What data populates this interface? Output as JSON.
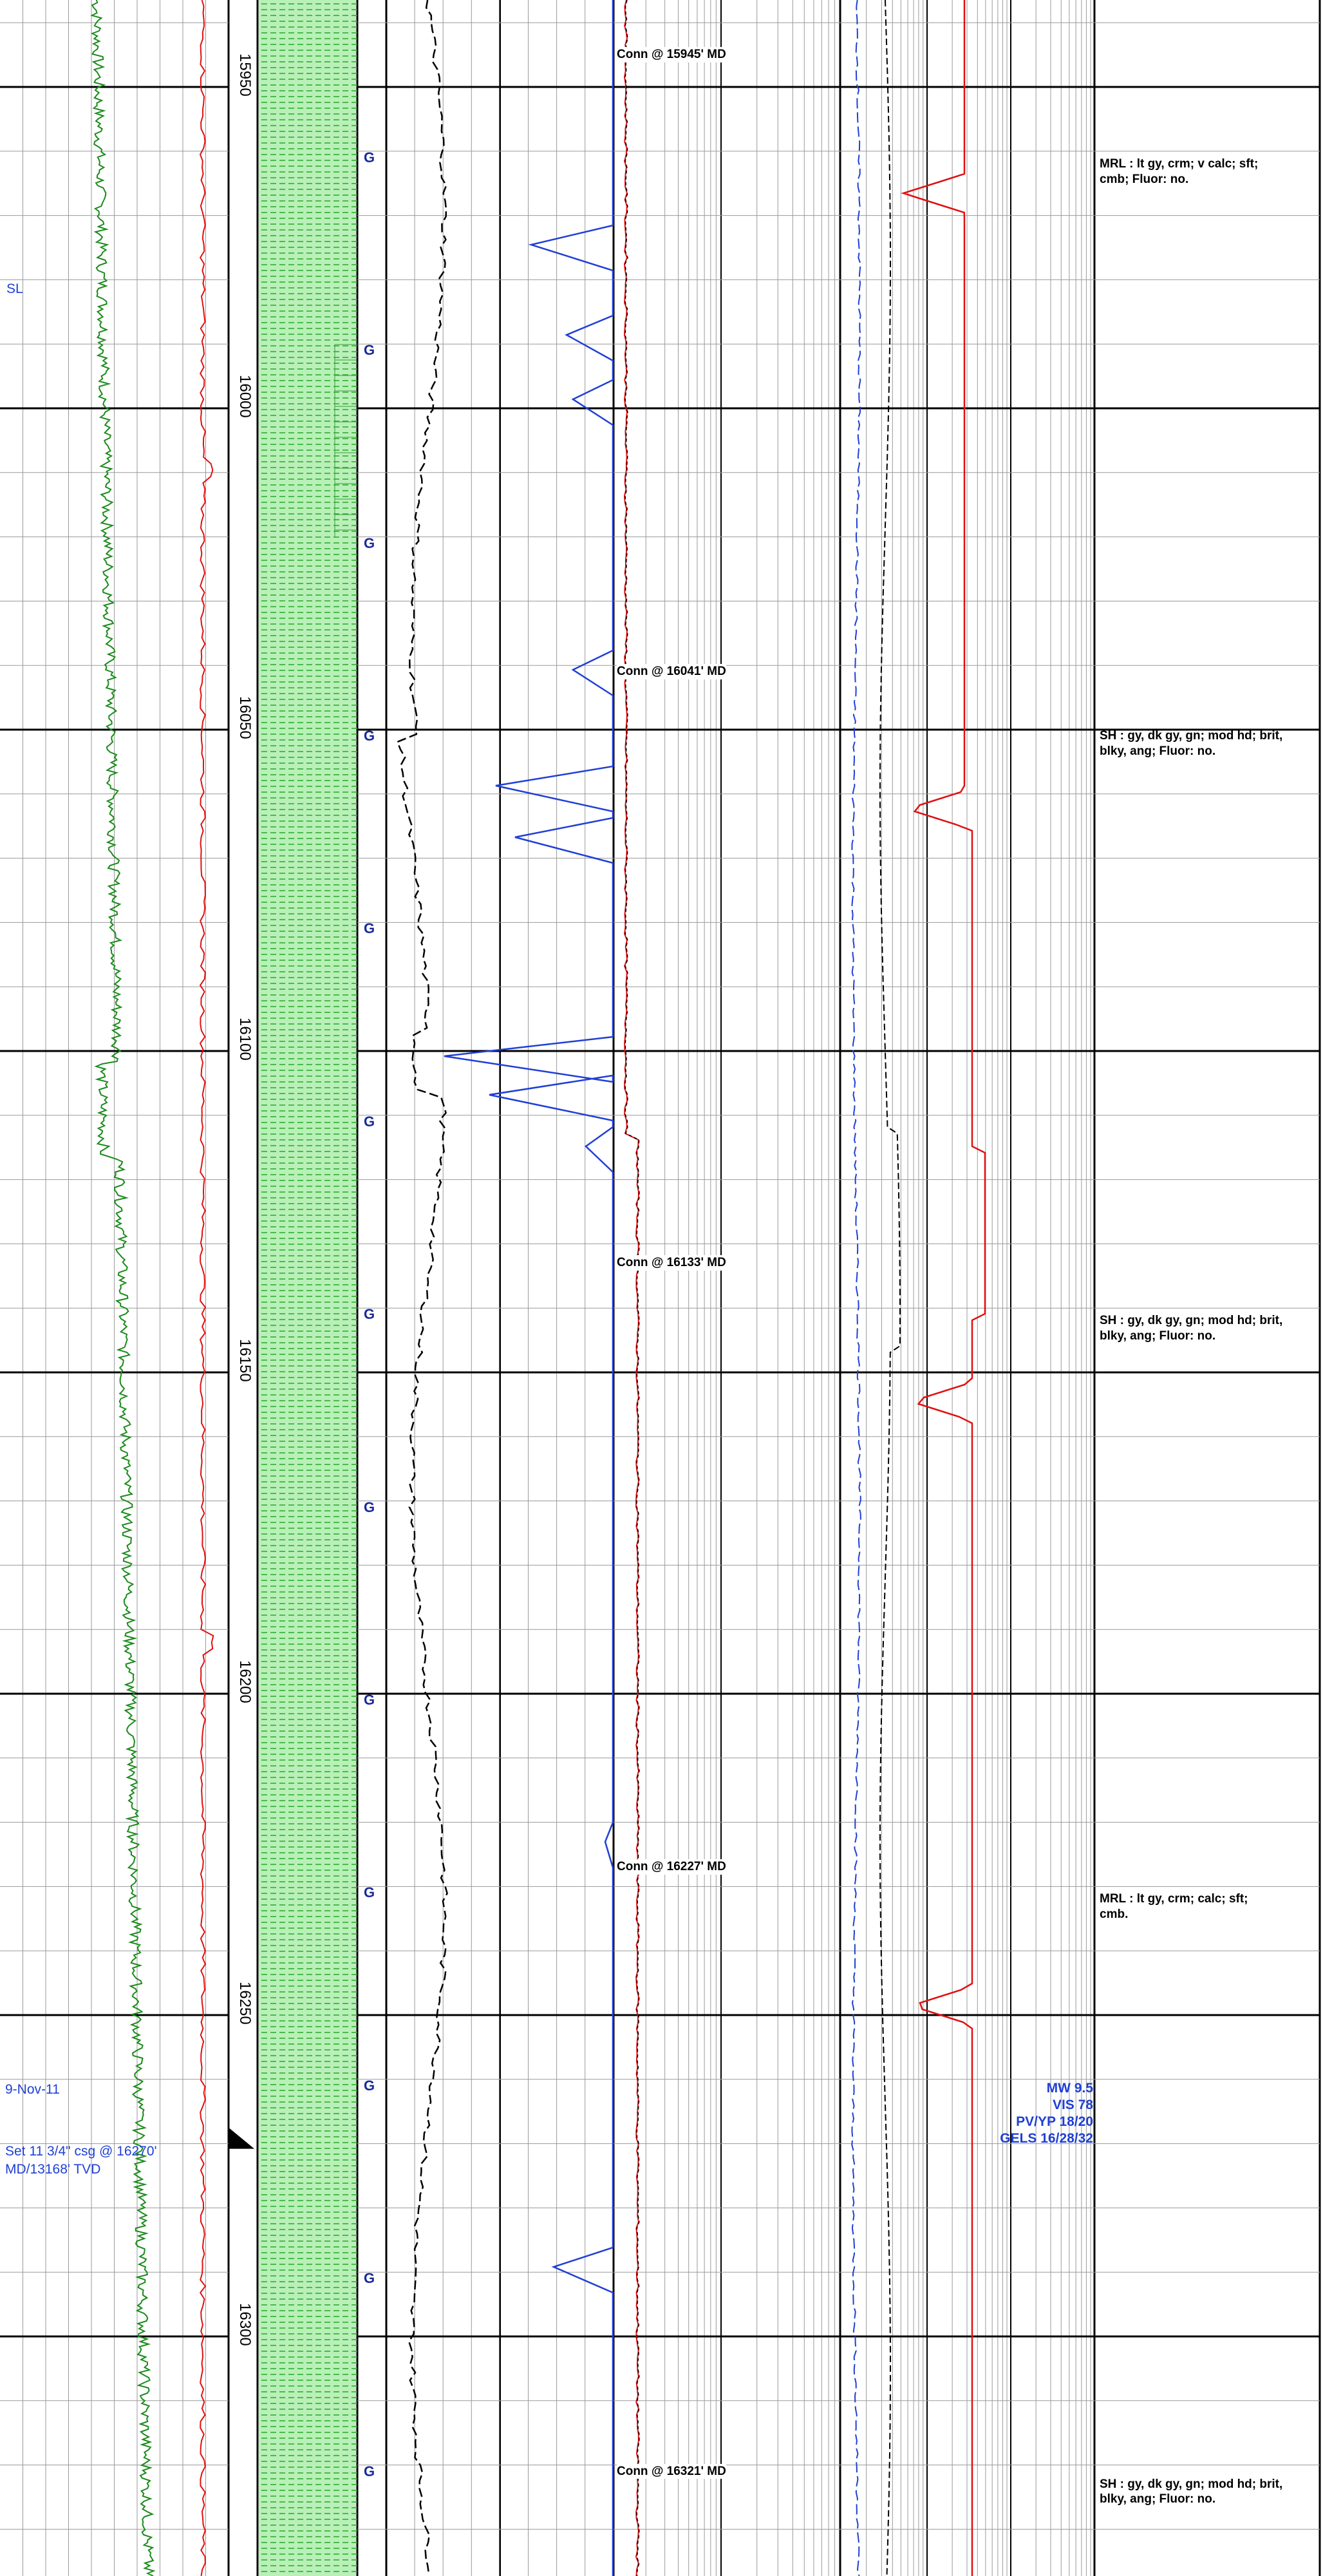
{
  "colors": {
    "grid_major": "#000000",
    "grid_minor": "#9a9a9a",
    "gamma_ray": "#1a8a1a",
    "rop": "#e01010",
    "gas_total": "#1f3fd6",
    "lithology_fill": "#b8f0b8",
    "lithology_dash": "#27a827",
    "annotation_blue": "#1f3fd6",
    "sample_marker": "#1a2a9a",
    "casing_marker": "#000000"
  },
  "depth_track": {
    "unit": "ft MD",
    "labels": [
      "15950",
      "16000",
      "16050",
      "16100",
      "16150",
      "16200",
      "16250",
      "16300"
    ]
  },
  "sample_markers": {
    "label": "G",
    "depths": [
      15961,
      15991,
      16021,
      16051,
      16081,
      16111,
      16141,
      16171,
      16201,
      16231,
      16261,
      16291,
      16321
    ]
  },
  "connections": [
    {
      "text": "Conn @ 15945' MD",
      "depth": 15945
    },
    {
      "text": "Conn @ 16041' MD",
      "depth": 16041
    },
    {
      "text": "Conn @ 16133' MD",
      "depth": 16133
    },
    {
      "text": "Conn @ 16227' MD",
      "depth": 16227
    },
    {
      "text": "Conn @ 16321' MD",
      "depth": 16321
    }
  ],
  "lithology_descriptions": [
    {
      "depth": 15961,
      "lines": [
        "MRL : lt gy, crm;  v calc;  sft;",
        "cmb;  Fluor: no."
      ]
    },
    {
      "depth": 16050,
      "lines": [
        "SH : gy, dk gy, gn;  mod hd;  brit,",
        "blky, ang;  Fluor: no."
      ]
    },
    {
      "depth": 16141,
      "lines": [
        "SH : gy, dk gy, gn;  mod hd;  brit,",
        "blky, ang;  Fluor: no."
      ]
    },
    {
      "depth": 16231,
      "lines": [
        "MRL : lt gy, crm;  calc;  sft;",
        "cmb."
      ]
    },
    {
      "depth": 16322,
      "lines": [
        "SH : gy, dk gy, gn;  mod hd;  brit,",
        "blky, ang;  Fluor: no."
      ]
    }
  ],
  "left_annotations": {
    "formation": "SL",
    "date": "9-Nov-11",
    "casing_line1": "Set 11 3/4\" csg @ 16270'",
    "casing_line2": "MD/13168' TVD"
  },
  "mud_properties": {
    "mw": "MW 9.5",
    "vis": "VIS 78",
    "pvyp": "PV/YP 18/20",
    "gels": "GELS 16/28/32"
  }
}
